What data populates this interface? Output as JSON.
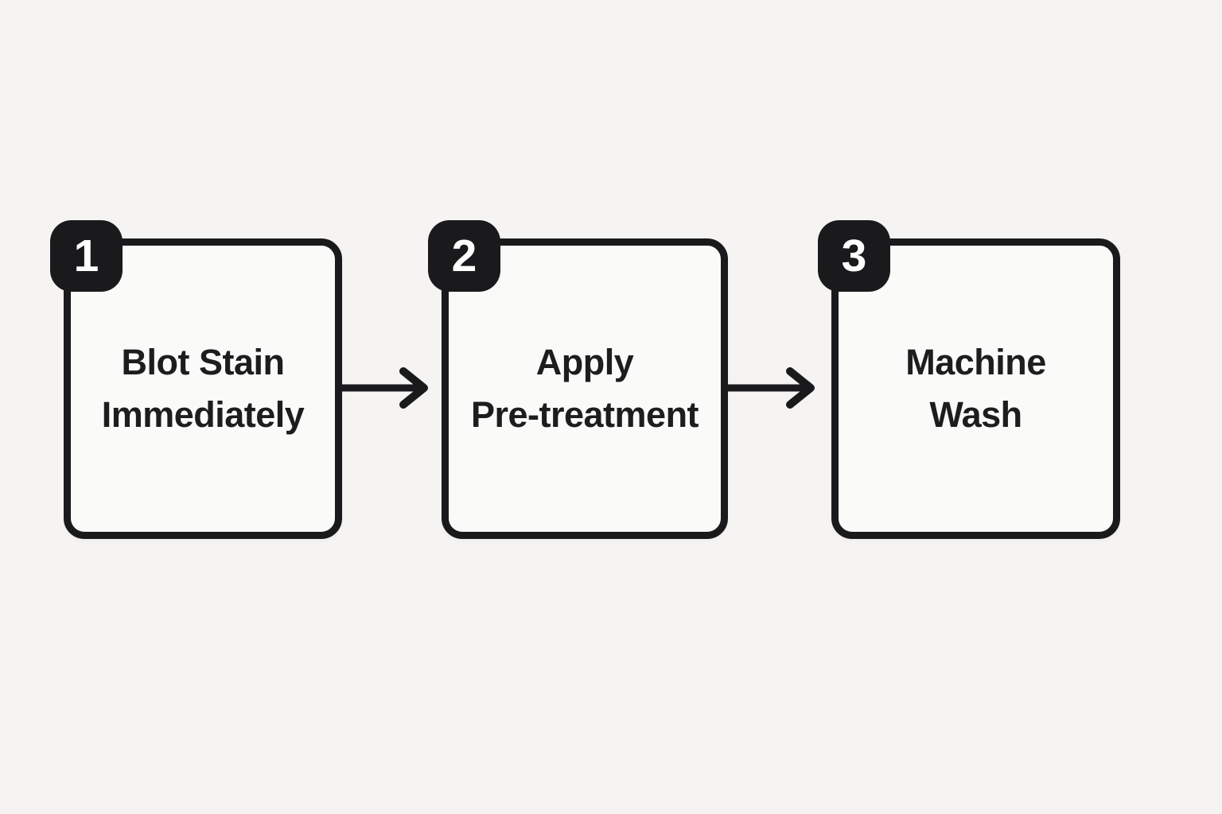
{
  "diagram": {
    "type": "flowchart",
    "direction": "left-to-right",
    "steps": [
      {
        "number": "1",
        "label": "Blot Stain\nImmediately"
      },
      {
        "number": "2",
        "label": "Apply\nPre-treatment"
      },
      {
        "number": "3",
        "label": "Machine\nWash"
      }
    ],
    "connectors": [
      {
        "from": "1",
        "to": "2",
        "style": "arrow-right"
      },
      {
        "from": "2",
        "to": "3",
        "style": "arrow-right"
      }
    ],
    "colors": {
      "background": "#f5f4f3",
      "box_fill": "#fafaf9",
      "box_border": "#1a1a1c",
      "badge_fill": "#1a1a1c",
      "badge_text": "#ffffff",
      "label_text": "#1d1d1f",
      "arrow": "#1a1a1c"
    }
  }
}
